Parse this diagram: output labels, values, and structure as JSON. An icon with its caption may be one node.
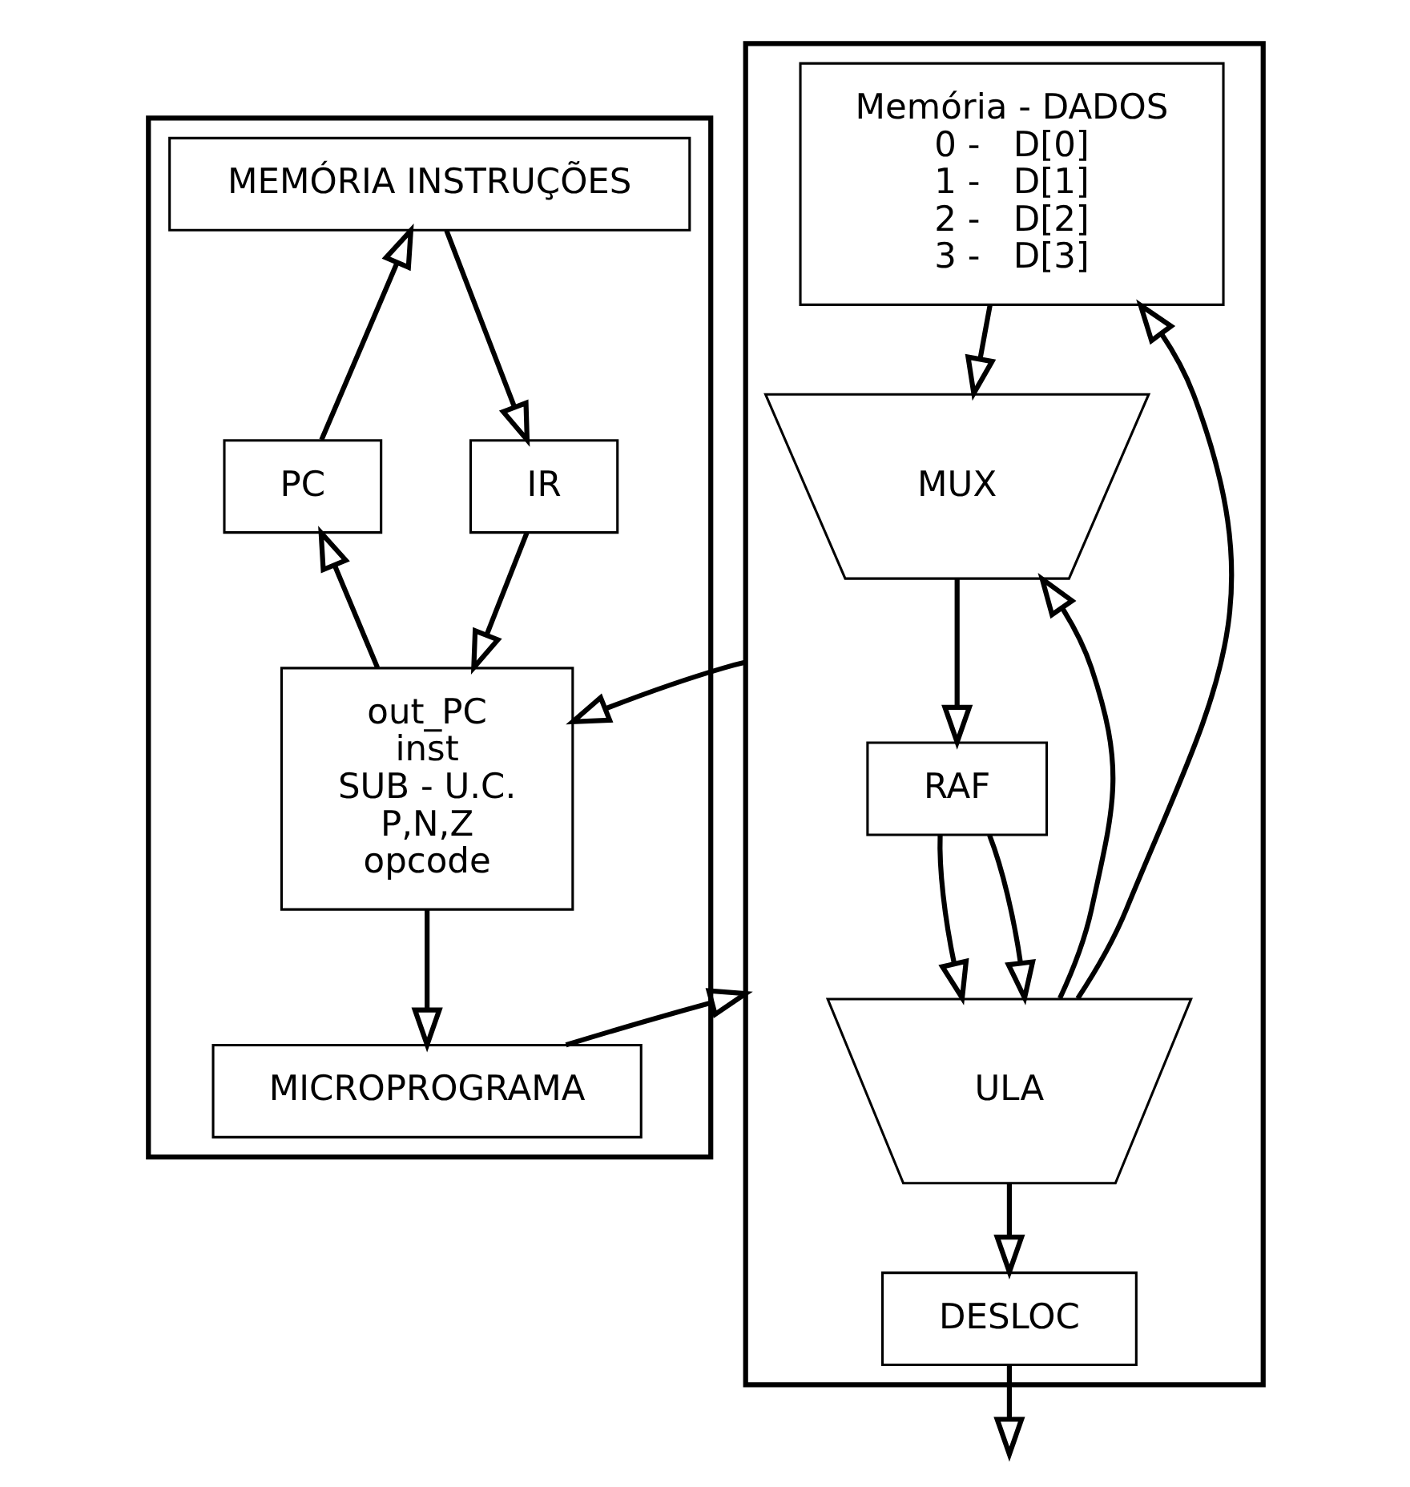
{
  "diagram": {
    "nodes": [
      {
        "text": [],
        "shape": "box"
      },
      {
        "text": [
          "MEMÓRIA INSTRUÇÕES"
        ],
        "in": 0
      },
      {
        "text": [
          "PC"
        ],
        "in": 0
      },
      {
        "text": [
          "IR"
        ],
        "in": 0
      },
      {
        "text": [
          "out_PC",
          "inst",
          "SUB - U.C.",
          "P,N,Z",
          "opcode"
        ],
        "in": 0
      },
      {
        "text": [
          "MICROPROGRAMA"
        ],
        "in": 0
      },
      {
        "text": [],
        "shape": "box"
      },
      {
        "text": [
          "Memória - DADOS",
          "0 -   D[0]",
          "1 -   D[1]",
          "2 -   D[2]",
          "3 -   D[3]"
        ],
        "in": 6
      },
      {
        "text": [
          "MUX"
        ],
        "in": 6
      },
      {
        "text": [
          "RAF"
        ],
        "in": 6
      },
      {
        "text": [
          "ULA"
        ],
        "in": 6
      },
      {
        "text": [
          "DESLOC"
        ],
        "in": 6
      }
    ],
    "edges": [
      {
        "from": 2,
        "to": 1,
        "arrow": "to"
      },
      {
        "from": 1,
        "to": 3,
        "arrow": "to"
      },
      {
        "from": 3,
        "to": 4,
        "arrow": "to"
      },
      {
        "from": 4,
        "to": 2,
        "arrow": "to"
      },
      {
        "from": 4,
        "to": 5,
        "arrow": "to"
      },
      {
        "from": 5,
        "to": 6,
        "arrow": "to"
      },
      {
        "from": 6,
        "to": 4,
        "arrow": "to"
      },
      {
        "from": 7,
        "to": 8,
        "arrow": "to"
      },
      {
        "from": 8,
        "to": 9,
        "arrow": "to"
      },
      {
        "from": 9,
        "to": 10,
        "arrow": "to"
      },
      {
        "from": 9,
        "to": 10,
        "arrow": "to"
      },
      {
        "from": 10,
        "to": 11,
        "arrow": "to"
      },
      {
        "from": 10,
        "to": 7,
        "arrow": "to"
      },
      {
        "from": 10,
        "to": 8,
        "arrow": "to"
      },
      {
        "from": 11,
        "to": null,
        "arrow": "to"
      }
    ]
  }
}
